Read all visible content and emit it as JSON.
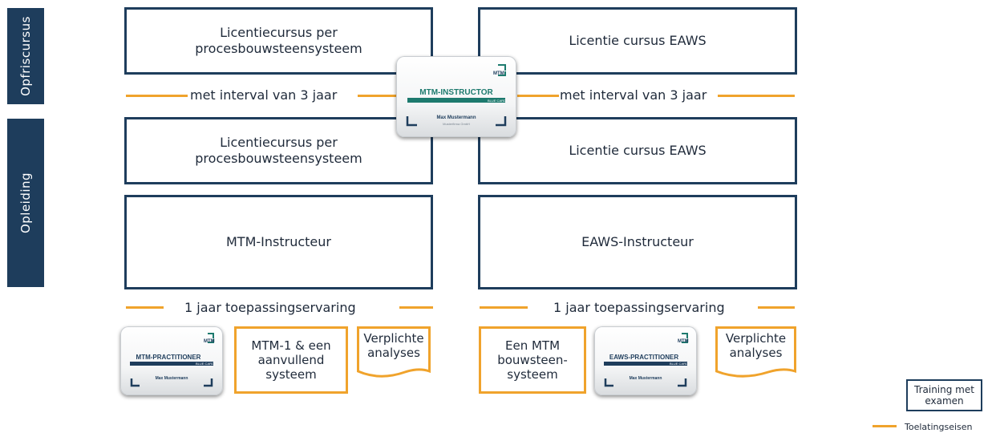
{
  "side_labels": {
    "refresher": "Opfriscursus",
    "training": "Opleiding"
  },
  "left_column": {
    "refresher_course": "Licentiecursus per procesbouwsteensysteem",
    "interval_text": "met interval van 3 jaar",
    "license_course": "Licentiecursus per procesbouwsteensysteem",
    "instructor": "MTM-Instructeur",
    "experience": "1 jaar toepassingservaring",
    "requirement_systems": "MTM-1 & een aanvullend systeem",
    "requirement_analyses": "Verplichte analyses"
  },
  "right_column": {
    "refresher_course": "Licentie cursus EAWS",
    "interval_text": "met interval van 3 jaar",
    "license_course": "Licentie cursus EAWS",
    "instructor": "EAWS-Instructeur",
    "experience": "1 jaar toepassingservaring",
    "requirement_systems": "Een MTM bouwsteen-systeem",
    "requirement_analyses": "Verplichte analyses"
  },
  "certificates": {
    "instructor": {
      "logo": "MTM",
      "title": "MTM-INSTRUCTOR",
      "bar_text": "BLUE CARD",
      "name": "Max Mustermann",
      "company": "Musterfirma GmbH"
    },
    "mtm_practitioner": {
      "logo": "MTM",
      "title": "MTM-PRACTITIONER",
      "bar_text": "BLUE CARD",
      "name": "Max Mustermann"
    },
    "eaws_practitioner": {
      "logo": "MTM",
      "title": "EAWS-PRACTITIONER",
      "bar_text": "BLUE CARD",
      "name": "Max Mustermann"
    }
  },
  "legend": {
    "training_with_exam": "Training met examen",
    "admission_requirements": "Toelatingseisen"
  },
  "colors": {
    "navy": "#1e3d5c",
    "orange": "#f0a32c",
    "teal": "#1d7a6e"
  }
}
